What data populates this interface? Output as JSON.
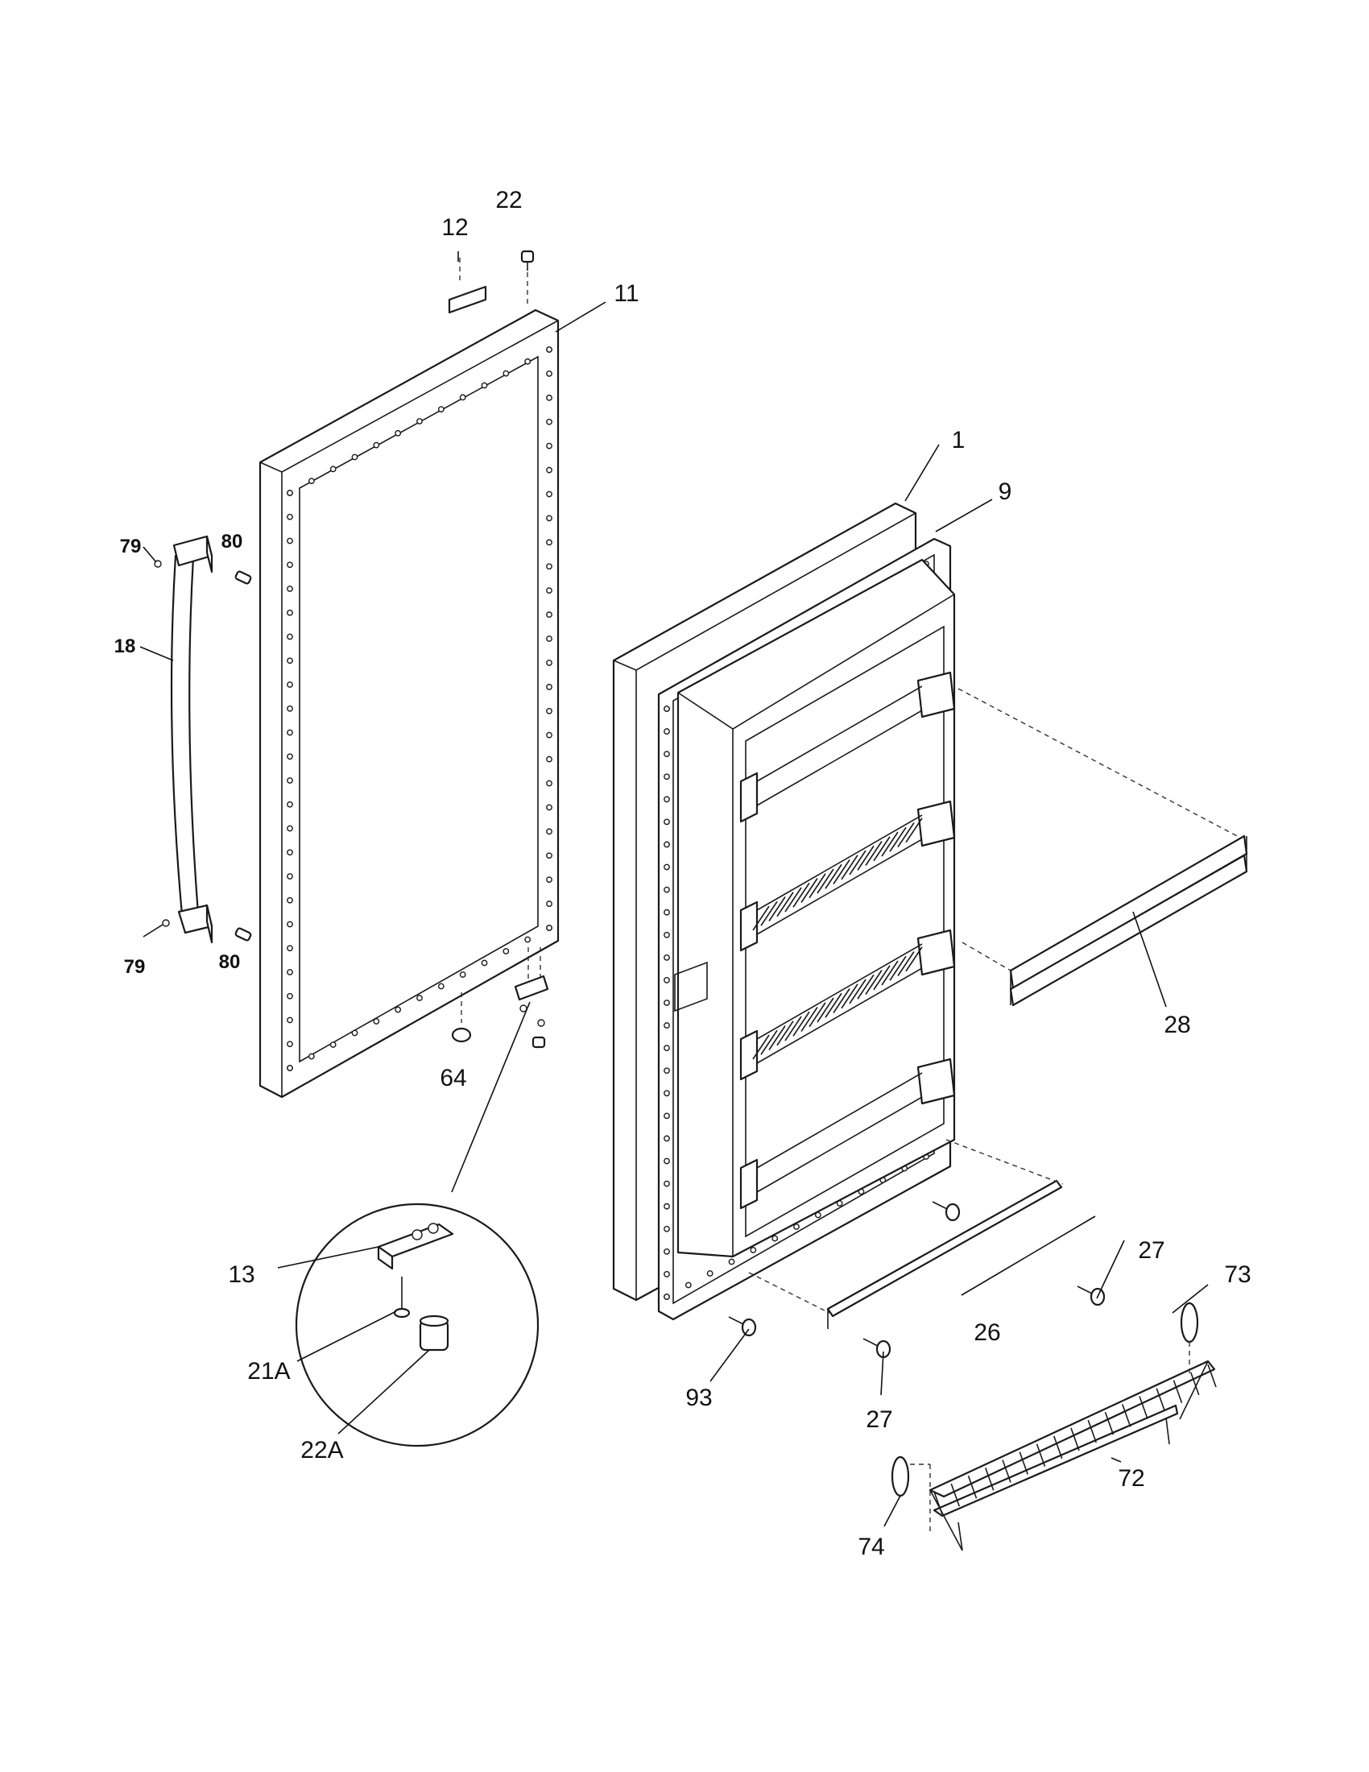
{
  "callouts": {
    "c1": "1",
    "c9": "9",
    "c11": "11",
    "c12": "12",
    "c13": "13",
    "c18": "18",
    "c21a": "21A",
    "c22": "22",
    "c22a": "22A",
    "c26": "26",
    "c27a": "27",
    "c27b": "27",
    "c28": "28",
    "c64": "64",
    "c72": "72",
    "c73": "73",
    "c74": "74",
    "c79a": "79",
    "c79b": "79",
    "c80a": "80",
    "c80b": "80",
    "c93": "93"
  },
  "colors": {
    "line": "#1a1a1a",
    "background": "#ffffff"
  }
}
